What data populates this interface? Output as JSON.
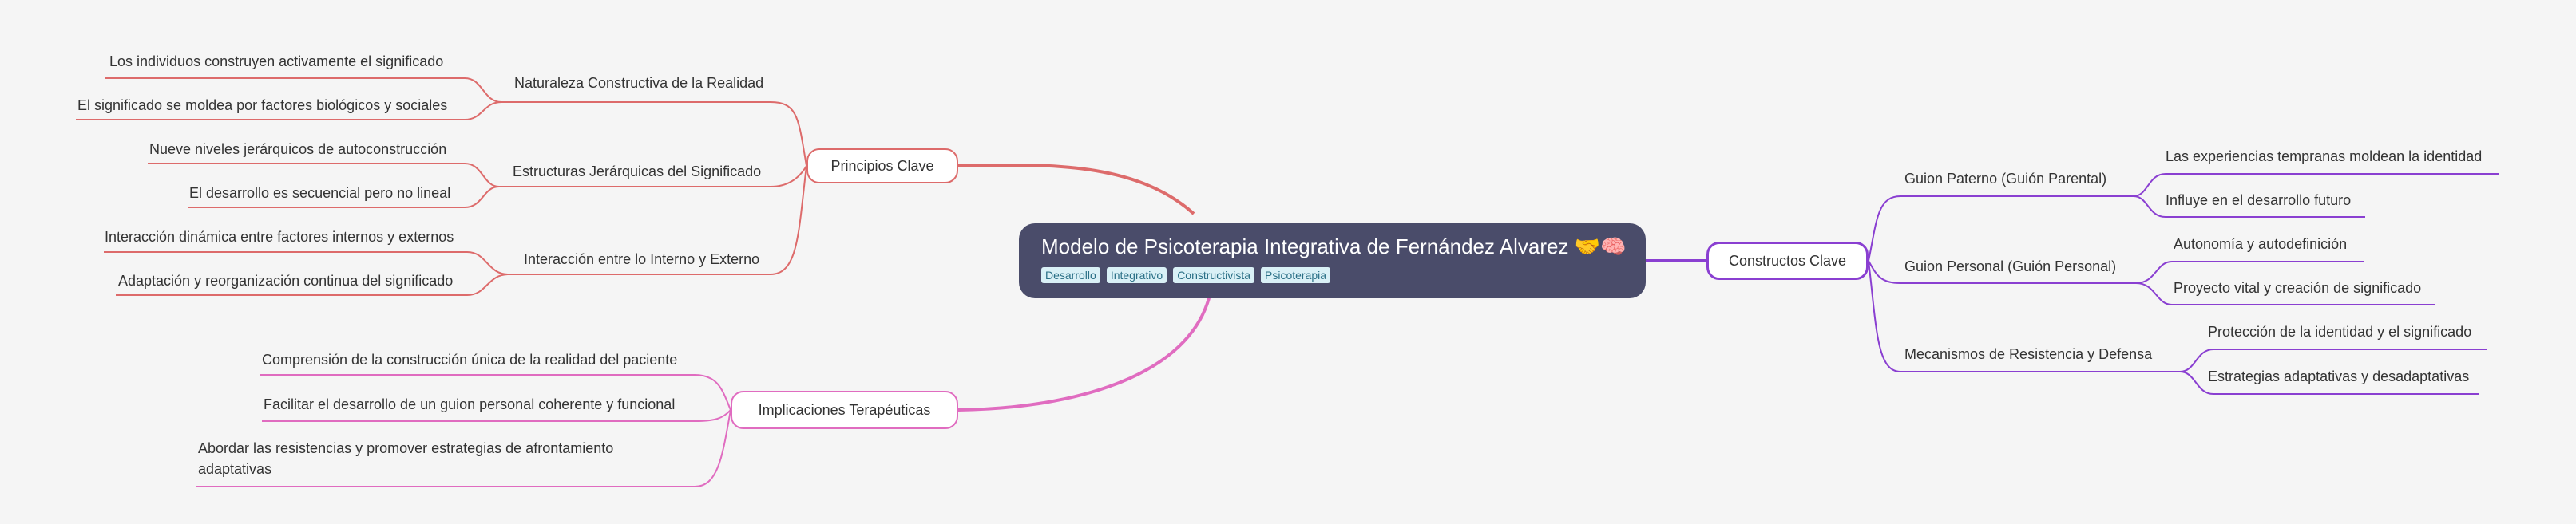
{
  "root": {
    "title": "Modelo de Psicoterapia Integrativa de Fernández Alvarez",
    "emoji": "🤝🧠",
    "tags": [
      "Desarrollo",
      "Integrativo",
      "Constructivista",
      "Psicoterapia"
    ]
  },
  "branches": {
    "principios": {
      "label": "Principios Clave",
      "color": "#dd6b6b",
      "subs": [
        {
          "label": "Naturaleza Constructiva de la Realidad",
          "leaves": [
            "Los individuos construyen activamente el significado",
            "El significado se moldea por factores biológicos y sociales"
          ]
        },
        {
          "label": "Estructuras Jerárquicas del Significado",
          "leaves": [
            "Nueve niveles jerárquicos de autoconstrucción",
            "El desarrollo es secuencial pero no lineal"
          ]
        },
        {
          "label": "Interacción entre lo Interno y Externo",
          "leaves": [
            "Interacción dinámica entre factores internos y externos",
            "Adaptación y reorganización continua del significado"
          ]
        }
      ]
    },
    "implicaciones": {
      "label": "Implicaciones Terapéuticas",
      "color": "#e06cc0",
      "leaves": [
        "Comprensión de la construcción única de la realidad del paciente",
        "Facilitar el desarrollo de un guion personal coherente y funcional",
        "Abordar las resistencias y promover estrategias de afrontamiento adaptativas"
      ]
    },
    "constructos": {
      "label": "Constructos Clave",
      "color": "#8a3fd1",
      "subs": [
        {
          "label": "Guion Paterno (Guión Parental)",
          "leaves": [
            "Las experiencias tempranas moldean la identidad",
            "Influye en el desarrollo futuro"
          ]
        },
        {
          "label": "Guion Personal (Guión Personal)",
          "leaves": [
            "Autonomía y autodefinición",
            "Proyecto vital y creación de significado"
          ]
        },
        {
          "label": "Mecanismos de Resistencia y Defensa",
          "leaves": [
            "Protección de la identidad y el significado",
            "Estrategias adaptativas y desadaptativas"
          ]
        }
      ]
    }
  }
}
